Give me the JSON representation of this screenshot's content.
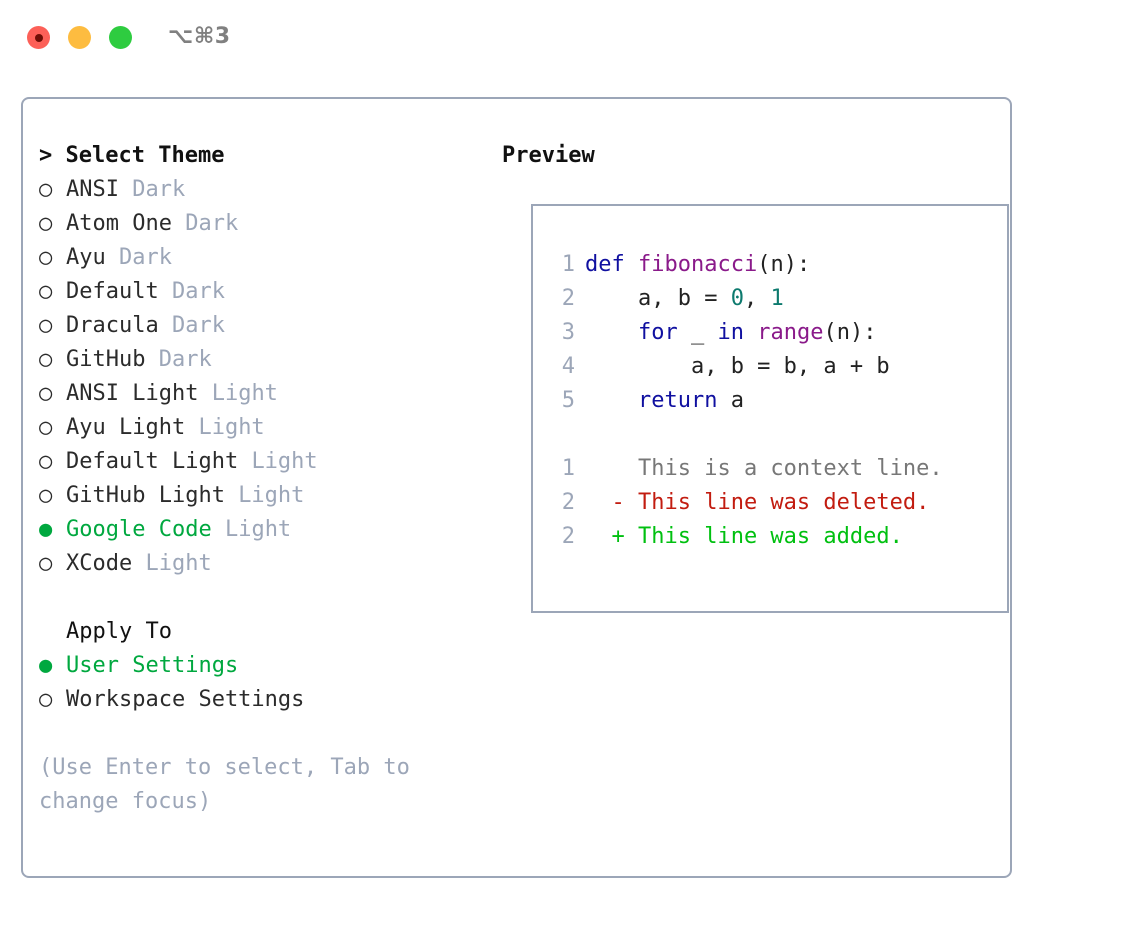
{
  "titlebar": {
    "shortcut": "⌥⌘3",
    "buttons": [
      {
        "name": "close",
        "color": "#FC6058"
      },
      {
        "name": "minimize",
        "color": "#FDBC40"
      },
      {
        "name": "zoom",
        "color": "#2ECC40"
      }
    ]
  },
  "theme_panel": {
    "prompt": "> ",
    "heading": "Select Theme",
    "options": [
      {
        "marker": "○",
        "label": "ANSI",
        "tag": "Dark",
        "selected": false
      },
      {
        "marker": "○",
        "label": "Atom One",
        "tag": "Dark",
        "selected": false
      },
      {
        "marker": "○",
        "label": "Ayu",
        "tag": "Dark",
        "selected": false
      },
      {
        "marker": "○",
        "label": "Default",
        "tag": "Dark",
        "selected": false
      },
      {
        "marker": "○",
        "label": "Dracula",
        "tag": "Dark",
        "selected": false
      },
      {
        "marker": "○",
        "label": "GitHub",
        "tag": "Dark",
        "selected": false
      },
      {
        "marker": "○",
        "label": "ANSI Light",
        "tag": "Light",
        "selected": false
      },
      {
        "marker": "○",
        "label": "Ayu Light",
        "tag": "Light",
        "selected": false
      },
      {
        "marker": "○",
        "label": "Default Light",
        "tag": "Light",
        "selected": false
      },
      {
        "marker": "○",
        "label": "GitHub Light",
        "tag": "Light",
        "selected": false
      },
      {
        "marker": "●",
        "label": "Google Code",
        "tag": "Light",
        "selected": true
      },
      {
        "marker": "○",
        "label": "XCode",
        "tag": "Light",
        "selected": false
      }
    ]
  },
  "apply_to": {
    "heading": "Apply To",
    "options": [
      {
        "marker": "●",
        "label": "User Settings",
        "selected": true
      },
      {
        "marker": "○",
        "label": "Workspace Settings",
        "selected": false
      }
    ]
  },
  "hint": "(Use Enter to select, Tab to change focus)",
  "preview": {
    "heading": "Preview",
    "code_lines": [
      {
        "num": "1",
        "tokens": [
          {
            "t": "def ",
            "c": "kw"
          },
          {
            "t": "fibonacci",
            "c": "fn"
          },
          {
            "t": "(n):",
            "c": "pl"
          }
        ]
      },
      {
        "num": "2",
        "tokens": [
          {
            "t": "    a, b = ",
            "c": "pl"
          },
          {
            "t": "0",
            "c": "num"
          },
          {
            "t": ", ",
            "c": "pl"
          },
          {
            "t": "1",
            "c": "num"
          }
        ]
      },
      {
        "num": "3",
        "tokens": [
          {
            "t": "    ",
            "c": "pl"
          },
          {
            "t": "for",
            "c": "kw"
          },
          {
            "t": " _ ",
            "c": "pl"
          },
          {
            "t": "in",
            "c": "kw"
          },
          {
            "t": " ",
            "c": "pl"
          },
          {
            "t": "range",
            "c": "fn"
          },
          {
            "t": "(n):",
            "c": "pl"
          }
        ]
      },
      {
        "num": "4",
        "tokens": [
          {
            "t": "        a, b = b, a + b",
            "c": "pl"
          }
        ]
      },
      {
        "num": "5",
        "tokens": [
          {
            "t": "    ",
            "c": "pl"
          },
          {
            "t": "return",
            "c": "kw"
          },
          {
            "t": " a",
            "c": "pl"
          }
        ]
      }
    ],
    "diff_lines": [
      {
        "num": "1",
        "sign": "  ",
        "text": "This is a context line.",
        "cls": "ctx"
      },
      {
        "num": "2",
        "sign": "- ",
        "text": "This line was deleted.",
        "cls": "del"
      },
      {
        "num": "2",
        "sign": "+ ",
        "text": "This line was added.",
        "cls": "add"
      }
    ]
  },
  "colors": {
    "accent_green": "#00A83F",
    "muted": "#9CA6B8",
    "keyword": "#1010A0",
    "function": "#8A1A8A",
    "number": "#0D7A6E",
    "deleted": "#C21C10",
    "added": "#00C010"
  }
}
